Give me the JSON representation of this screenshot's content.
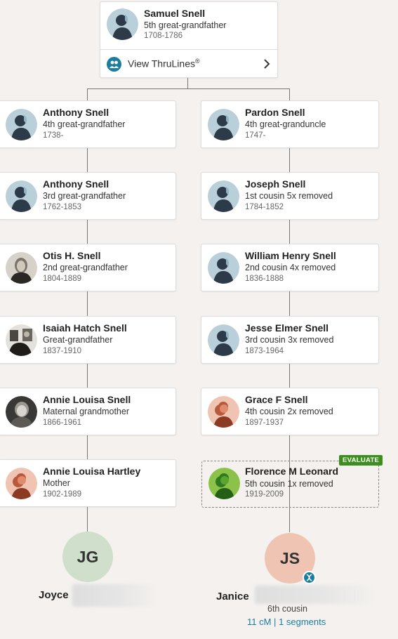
{
  "root": {
    "name": "Samuel Snell",
    "relationship": "5th great-grandfather",
    "years": "1708-1786",
    "view_thrulines": "View ThruLines",
    "registered_mark": "®"
  },
  "left_line": [
    {
      "name": "Anthony Snell",
      "relationship": "4th great-grandfather",
      "years": "1738-",
      "avatar": "male-silhouette"
    },
    {
      "name": "Anthony Snell",
      "relationship": "3rd great-grandfather",
      "years": "1762-1853",
      "avatar": "male-silhouette"
    },
    {
      "name": "Otis H. Snell",
      "relationship": "2nd great-grandfather",
      "years": "1804-1889",
      "avatar": "photo"
    },
    {
      "name": "Isaiah Hatch Snell",
      "relationship": "Great-grandfather",
      "years": "1837-1910",
      "avatar": "photo"
    },
    {
      "name": "Annie Louisa Snell",
      "relationship": "Maternal grandmother",
      "years": "1866-1961",
      "avatar": "photo"
    },
    {
      "name": "Annie Louisa Hartley",
      "relationship": "Mother",
      "years": "1902-1989",
      "avatar": "female-silhouette"
    }
  ],
  "right_line": [
    {
      "name": "Pardon Snell",
      "relationship": "4th great-granduncle",
      "years": "1747-",
      "avatar": "male-silhouette"
    },
    {
      "name": "Joseph Snell",
      "relationship": "1st cousin 5x removed",
      "years": "1784-1852",
      "avatar": "male-silhouette"
    },
    {
      "name": "William Henry Snell",
      "relationship": "2nd cousin 4x removed",
      "years": "1836-1888",
      "avatar": "male-silhouette"
    },
    {
      "name": "Jesse Elmer Snell",
      "relationship": "3rd cousin 3x removed",
      "years": "1873-1964",
      "avatar": "male-silhouette"
    },
    {
      "name": "Grace F Snell",
      "relationship": "4th cousin 2x removed",
      "years": "1897-1937",
      "avatar": "female-silhouette"
    },
    {
      "name": "Florence M Leonard",
      "relationship": "5th cousin 1x removed",
      "years": "1919-2009",
      "avatar": "female-silhouette-green",
      "badge": "EVALUATE"
    }
  ],
  "self_person": {
    "initials": "JG",
    "first_name": "Joyce",
    "circle_color": "#cfdfcb"
  },
  "match_person": {
    "initials": "JS",
    "first_name": "Janice",
    "circle_color": "#f0c4b2",
    "relationship": "6th cousin",
    "dna_link": "11 cM | 1 segments"
  },
  "colors": {
    "accent": "#1b7da0",
    "badge": "#3c8f1f",
    "background": "#f4f1ee",
    "line": "#777777"
  }
}
